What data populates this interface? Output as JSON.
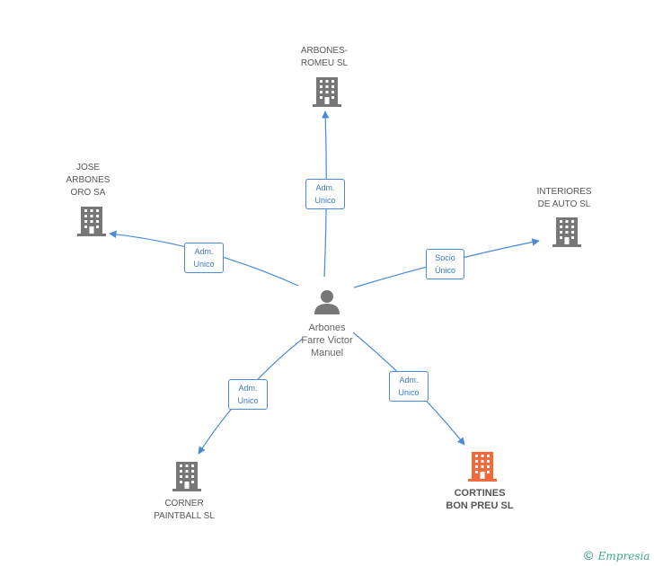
{
  "center": {
    "label": "Arbones\nFarre Victor\nManuel",
    "icon": "person-icon"
  },
  "nodes": [
    {
      "id": "arbones-romeu",
      "label": "ARBONES-\nROMEU  SL",
      "icon": "building-icon",
      "color": "#777777"
    },
    {
      "id": "jose-arbones",
      "label": "JOSE\nARBONES\nORO SA",
      "icon": "building-icon",
      "color": "#777777"
    },
    {
      "id": "interiores-auto",
      "label": "INTERIORES\nDE AUTO SL",
      "icon": "building-icon",
      "color": "#777777"
    },
    {
      "id": "corner-paintball",
      "label": "CORNER\nPAINTBALL SL",
      "icon": "building-icon",
      "color": "#777777"
    },
    {
      "id": "cortines-bon-preu",
      "label": "CORTINES\nBON PREU SL",
      "icon": "building-icon",
      "color": "#f26a3a"
    }
  ],
  "edges": [
    {
      "to": "arbones-romeu",
      "label": "Adm.\nUnico"
    },
    {
      "to": "jose-arbones",
      "label": "Adm.\nUnico"
    },
    {
      "to": "interiores-auto",
      "label": "Socio\nÚnico"
    },
    {
      "to": "corner-paintball",
      "label": "Adm.\nUnico"
    },
    {
      "to": "cortines-bon-preu",
      "label": "Adm.\nUnico"
    }
  ],
  "colors": {
    "edge": "#4a8ad8",
    "building": "#777777",
    "highlight": "#f26a3a",
    "person": "#777777"
  },
  "footer": {
    "copyright": "©",
    "brand": "Empresia"
  }
}
